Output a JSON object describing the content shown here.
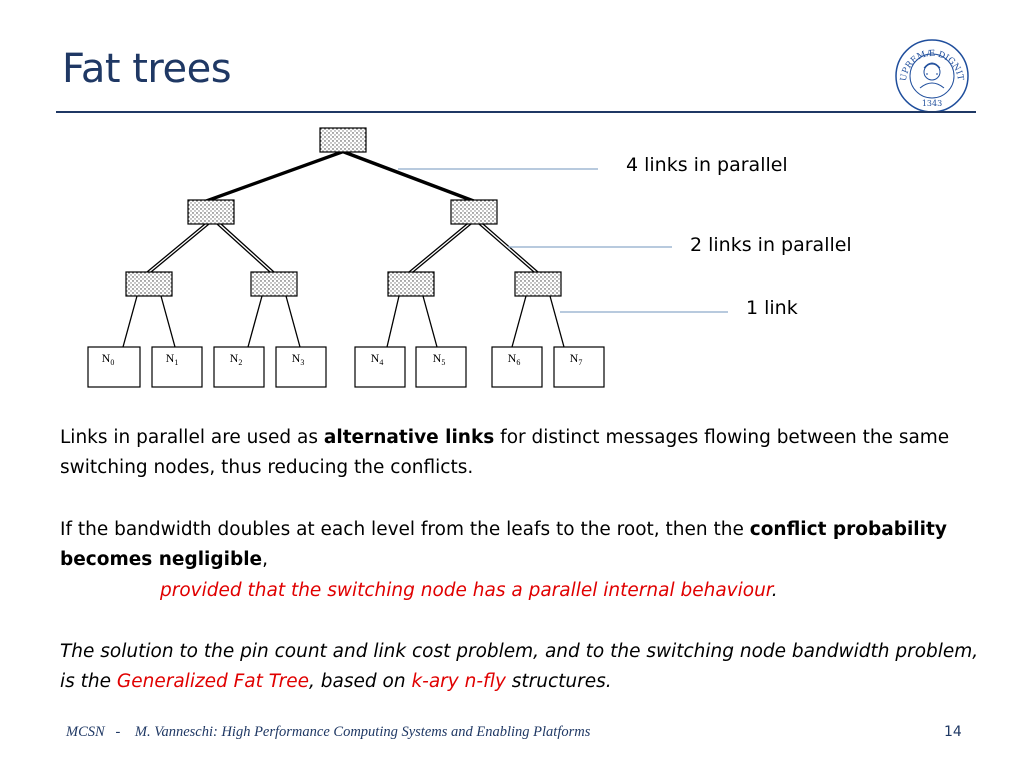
{
  "title": "Fat trees",
  "logo": {
    "text": "IN SUPREMÆ DIGNITATIS",
    "year": "1343",
    "color": "#1f4e9c"
  },
  "diagram": {
    "leaves": [
      {
        "base": "N",
        "sub": "0"
      },
      {
        "base": "N",
        "sub": "1"
      },
      {
        "base": "N",
        "sub": "2"
      },
      {
        "base": "N",
        "sub": "3"
      },
      {
        "base": "N",
        "sub": "4"
      },
      {
        "base": "N",
        "sub": "5"
      },
      {
        "base": "N",
        "sub": "6"
      },
      {
        "base": "N",
        "sub": "7"
      }
    ],
    "annotations": {
      "level1": "4 links in parallel",
      "level2": "2 links in parallel",
      "level3": "1 link"
    },
    "callout_line_color": "#8eaacb"
  },
  "body": {
    "p1_pre": "Links in parallel are used as ",
    "p1_bold": "alternative links",
    "p1_post": " for distinct messages flowing between the same switching nodes, thus reducing the conflicts.",
    "p2_pre": "If the bandwidth doubles at each level from the leafs to the root, then the ",
    "p2_bold": "conflict probability becomes negligible",
    "p2_post": ",",
    "p3_red": "provided that the switching node has a parallel internal behaviour",
    "p3_post": ".",
    "p4_a": "The solution to the pin count and link cost problem, and to the switching node bandwidth problem, is the ",
    "p4_red1": "Generalized Fat Tree",
    "p4_b": ", based on ",
    "p4_red2": "k-ary n-fly",
    "p4_c": " structures."
  },
  "footer": {
    "text": "MCSN   -    M. Vanneschi: High Performance Computing Systems and Enabling Platforms",
    "page": "14"
  },
  "colors": {
    "title": "#1f3864",
    "emphasis_red": "#e00000"
  }
}
